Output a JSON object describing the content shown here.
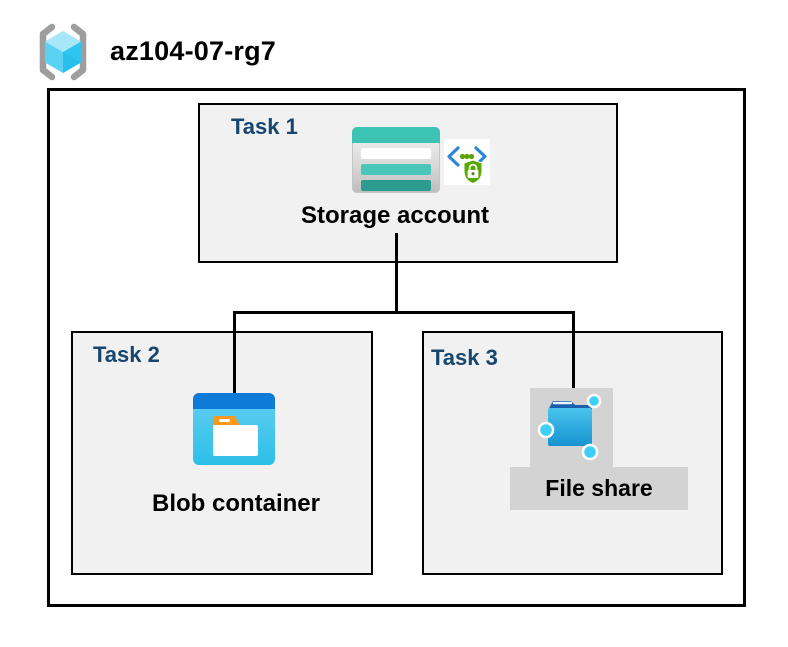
{
  "header": {
    "resource_group_name": "az104-07-rg7"
  },
  "tasks": [
    {
      "label": "Task 1",
      "resource": "Storage account",
      "icons": [
        "storage-account-icon",
        "secure-access-icon"
      ]
    },
    {
      "label": "Task 2",
      "resource": "Blob container",
      "icons": [
        "blob-container-icon"
      ]
    },
    {
      "label": "Task 3",
      "resource": "File share",
      "icons": [
        "file-share-icon"
      ]
    }
  ],
  "connections": [
    {
      "from": "Storage account",
      "to": "Blob container"
    },
    {
      "from": "Storage account",
      "to": "File share"
    }
  ],
  "colors": {
    "task_label": "#17466E",
    "box_fill": "#F1F1F1",
    "box_border": "#000000",
    "plate_gray": "#D3D3D3",
    "storage_teal": "#3DC3B4",
    "storage_teal_dark": "#2B9B8F",
    "blob_bar_blue": "#0E7BD8",
    "blob_cyan": "#3CC5EB",
    "folder_orange": "#F8991D",
    "fileshare_flap_blue": "#1B5FAA",
    "fileshare_node_cyan": "#3ECFF6",
    "shield_green": "#57A800",
    "chevron_blue": "#2C86D6",
    "rg_bracket_gray": "#9E9E9E",
    "rg_cube_blue": "#5BD2F3"
  }
}
